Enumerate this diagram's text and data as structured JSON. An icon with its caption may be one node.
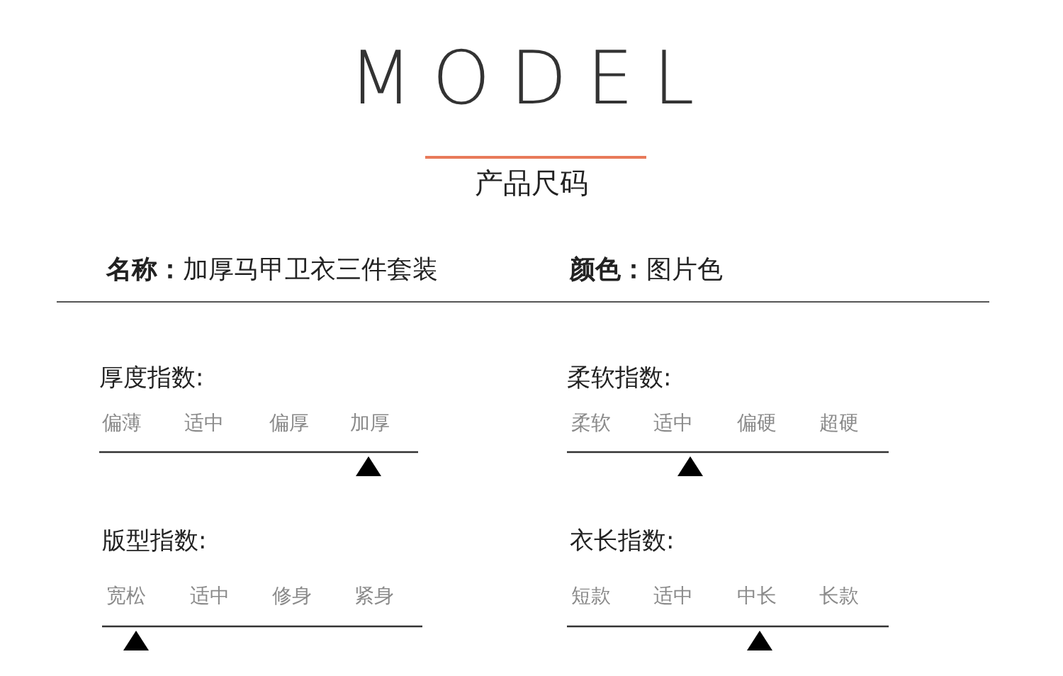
{
  "diagram": {
    "title": "MODEL",
    "labels": [
      "产品尺码",
      "**名称：**加厚马甲卫衣三件套装",
      "**颜色：**图片色",
      "厚度指数:",
      "偏薄",
      "适中",
      "偏厚",
      "加厚",
      "柔软指数:",
      "柔软",
      "适中",
      "偏硬",
      "超硬",
      "版型指数:",
      "宽松",
      "适中",
      "修身",
      "紧身",
      "衣长指数:",
      "短款",
      "适中",
      "中长",
      "长款"
    ]
  }
}
